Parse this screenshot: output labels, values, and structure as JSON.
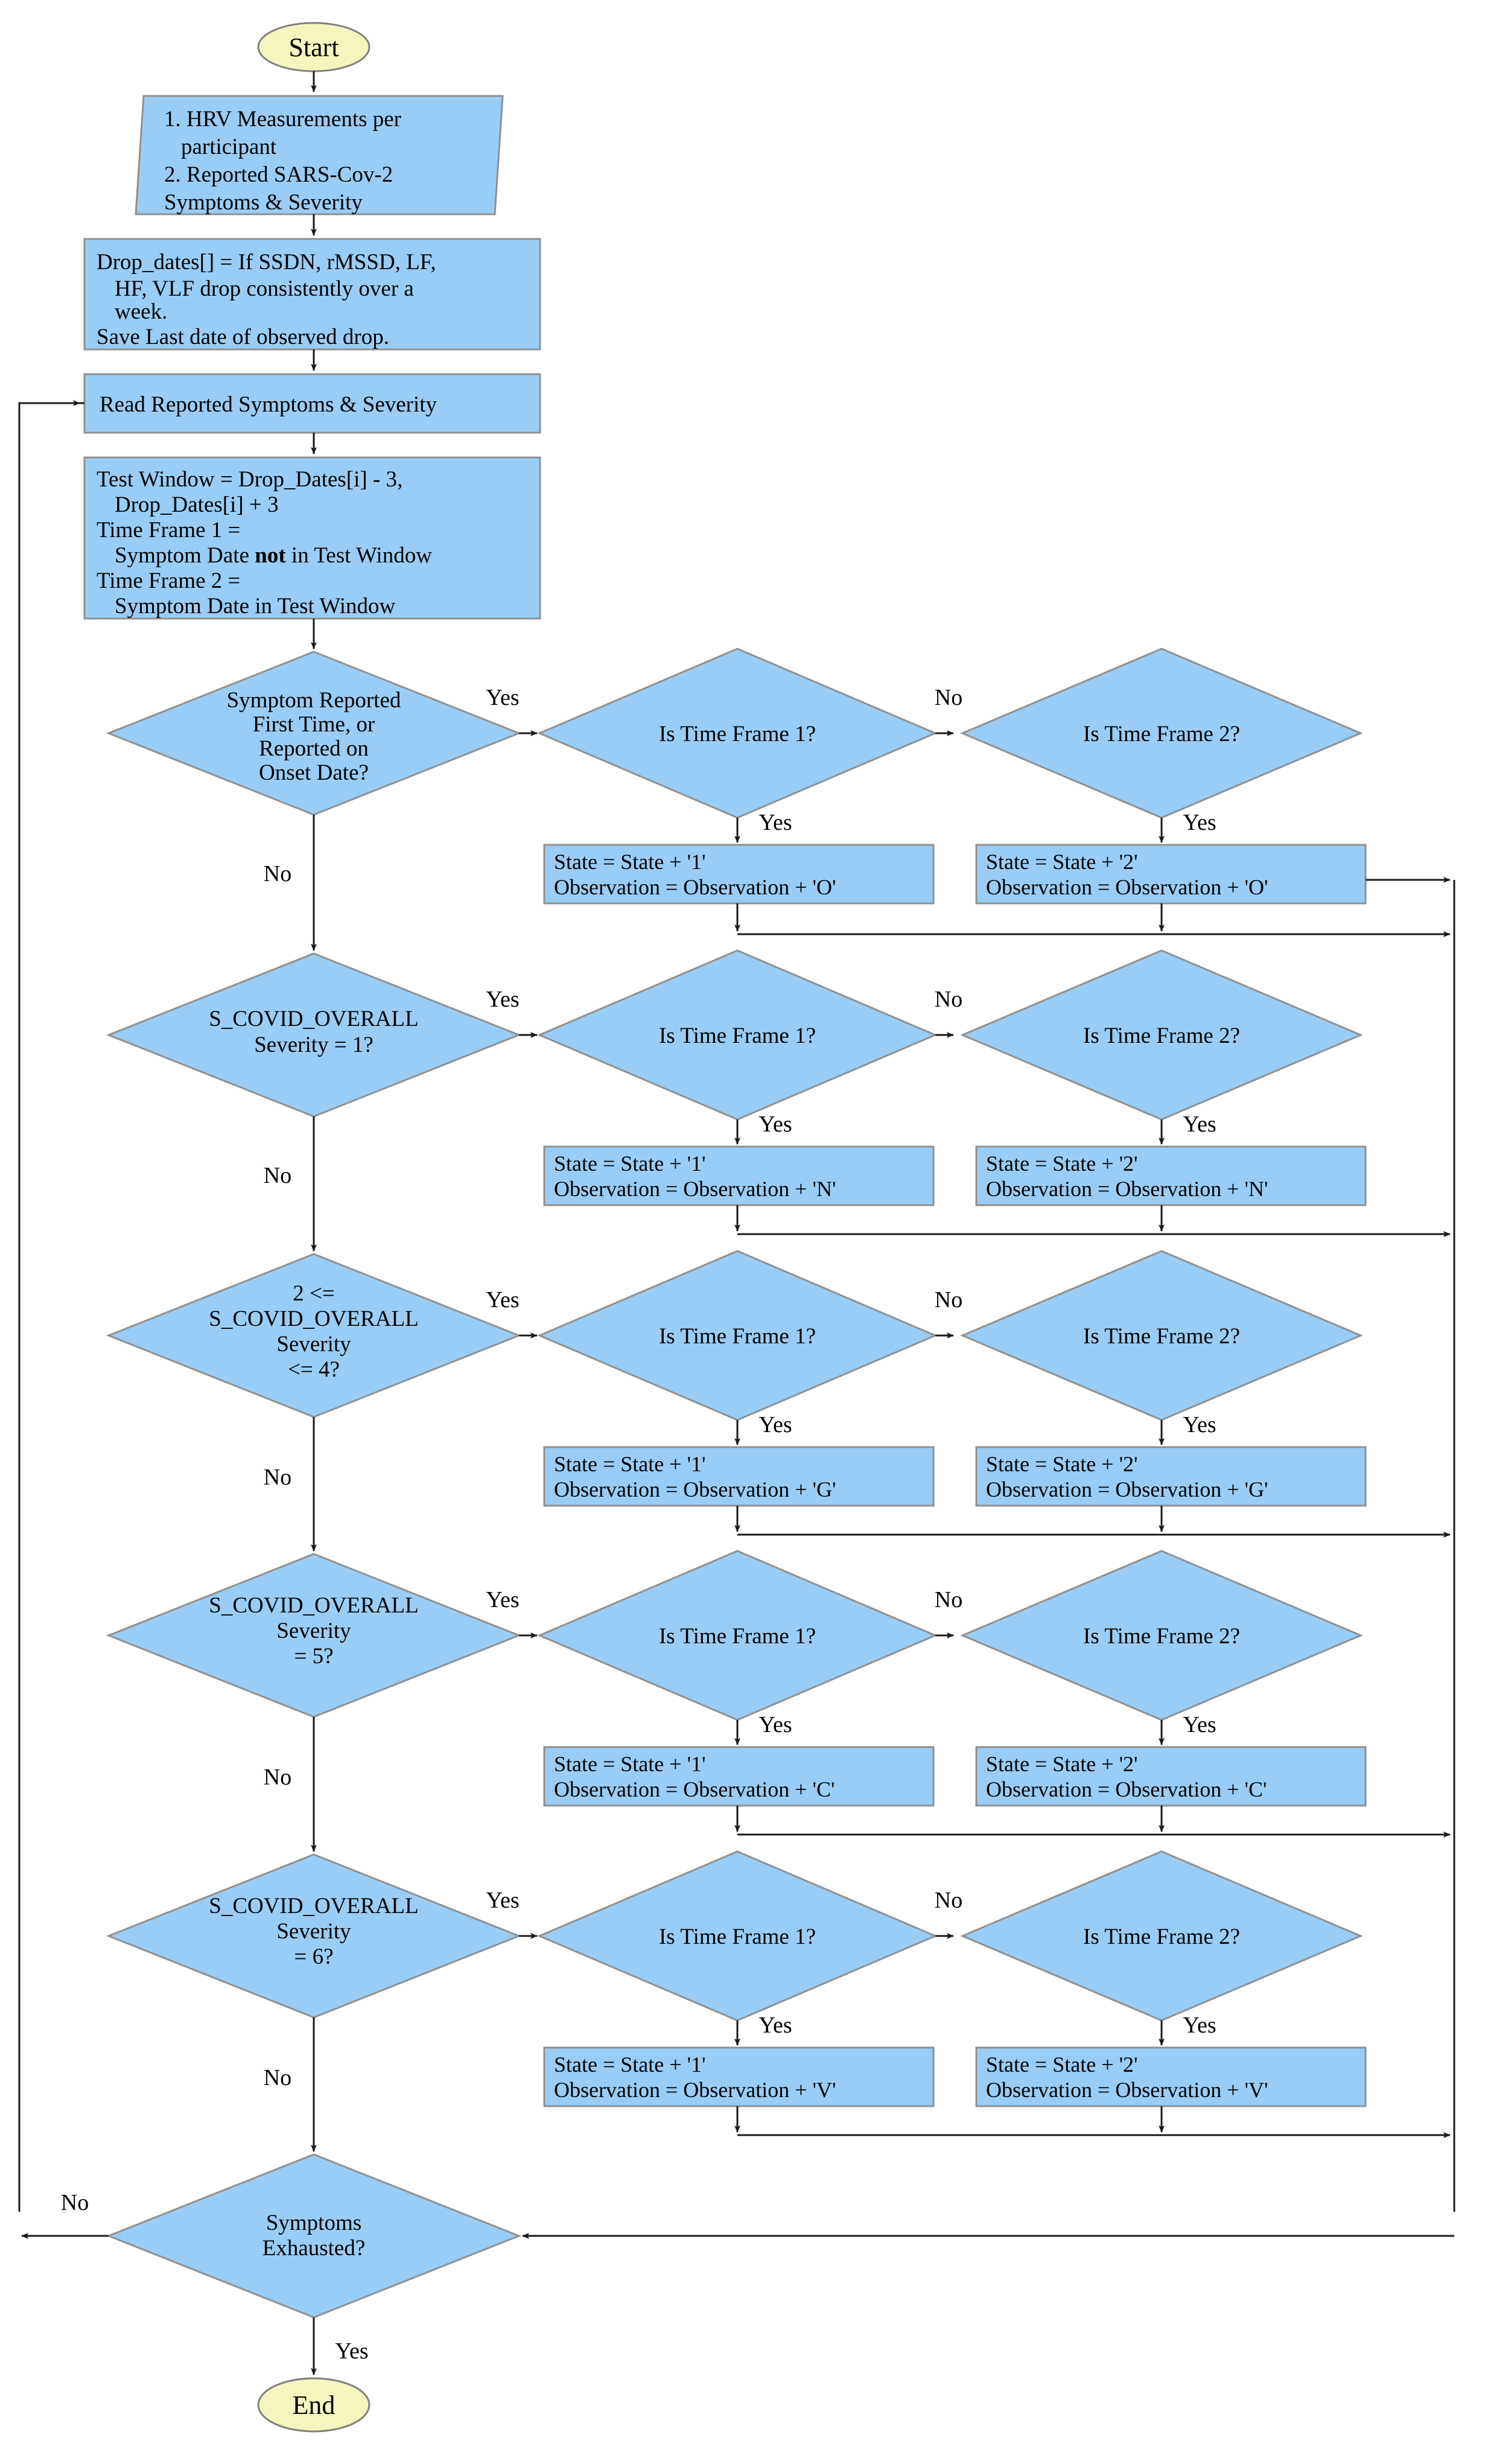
{
  "diagram": {
    "title": "HRV / SARS-Cov-2 Symptom State-Observation Encoding Flowchart",
    "colors": {
      "process_fill": "#9ACDF5",
      "terminal_fill": "#F5F5BE",
      "shape_stroke": "#909090",
      "edge_stroke": "#1a1a1a"
    }
  },
  "terminals": {
    "start": "Start",
    "end": "End"
  },
  "io_block": {
    "line1": "1. HRV Measurements per",
    "line2": "participant",
    "line3": "2. Reported SARS-Cov-2",
    "line4": "Symptoms & Severity"
  },
  "drop_dates_block": {
    "line1": "Drop_dates[] = If SSDN, rMSSD, LF,",
    "line2": "HF, VLF drop consistently over a",
    "line3": "week.",
    "line4": "Save Last date of observed drop."
  },
  "read_block": {
    "text": "Read Reported Symptoms & Severity"
  },
  "test_window_block": {
    "line1": "Test Window = Drop_Dates[i] - 3,",
    "line2": "Drop_Dates[i] + 3",
    "line3": "Time Frame 1 =",
    "line4_a": "Symptom Date ",
    "line4_b": "not",
    "line4_c": " in Test Window",
    "line5": "Time Frame 2 =",
    "line6": "Symptom Date in Test Window"
  },
  "edge_labels": {
    "yes": "Yes",
    "no": "No"
  },
  "common": {
    "time_frame_1": "Is Time Frame 1?",
    "time_frame_2": "Is Time Frame 2?",
    "state_1": "State = State + '1'",
    "state_2": "State = State + '2'"
  },
  "rows": [
    {
      "id": "row-onset",
      "decision_lines": [
        "Symptom Reported",
        "First Time, or",
        "Reported on",
        "Onset Date?"
      ],
      "tf1_label": "Is Time Frame 1?",
      "tf2_label": "Is Time Frame 2?",
      "proc1_line1": "State = State + '1'",
      "proc1_line2": "Observation = Observation + 'O'",
      "proc2_line1": "State = State + '2'",
      "proc2_line2": "Observation = Observation + 'O'",
      "observation_code": "O"
    },
    {
      "id": "row-severity-1",
      "decision_lines": [
        "S_COVID_OVERALL",
        "Severity = 1?"
      ],
      "tf1_label": "Is Time Frame 1?",
      "tf2_label": "Is Time Frame 2?",
      "proc1_line1": "State = State + '1'",
      "proc1_line2": "Observation = Observation + 'N'",
      "proc2_line1": "State = State + '2'",
      "proc2_line2": "Observation = Observation + 'N'",
      "observation_code": "N"
    },
    {
      "id": "row-severity-2-4",
      "decision_lines": [
        "2 <=",
        "S_COVID_OVERALL",
        "Severity",
        "<= 4?"
      ],
      "tf1_label": "Is Time Frame 1?",
      "tf2_label": "Is Time Frame 2?",
      "proc1_line1": "State = State + '1'",
      "proc1_line2": "Observation = Observation + 'G'",
      "proc2_line1": "State = State + '2'",
      "proc2_line2": "Observation = Observation + 'G'",
      "observation_code": "G"
    },
    {
      "id": "row-severity-5",
      "decision_lines": [
        "S_COVID_OVERALL",
        "Severity",
        "= 5?"
      ],
      "tf1_label": "Is Time Frame 1?",
      "tf2_label": "Is Time Frame 2?",
      "proc1_line1": "State = State + '1'",
      "proc1_line2": "Observation = Observation + 'C'",
      "proc2_line1": "State = State + '2'",
      "proc2_line2": "Observation = Observation + 'C'",
      "observation_code": "C"
    },
    {
      "id": "row-severity-6",
      "decision_lines": [
        "S_COVID_OVERALL",
        "Severity",
        "= 6?"
      ],
      "tf1_label": "Is Time Frame 1?",
      "tf2_label": "Is Time Frame 2?",
      "proc1_line1": "State = State + '1'",
      "proc1_line2": "Observation = Observation + 'V'",
      "proc2_line1": "State = State + '2'",
      "proc2_line2": "Observation = Observation + 'V'",
      "observation_code": "V"
    }
  ],
  "exhausted": {
    "line1": "Symptoms",
    "line2": "Exhausted?",
    "no_label": "No",
    "yes_label": "Yes"
  }
}
